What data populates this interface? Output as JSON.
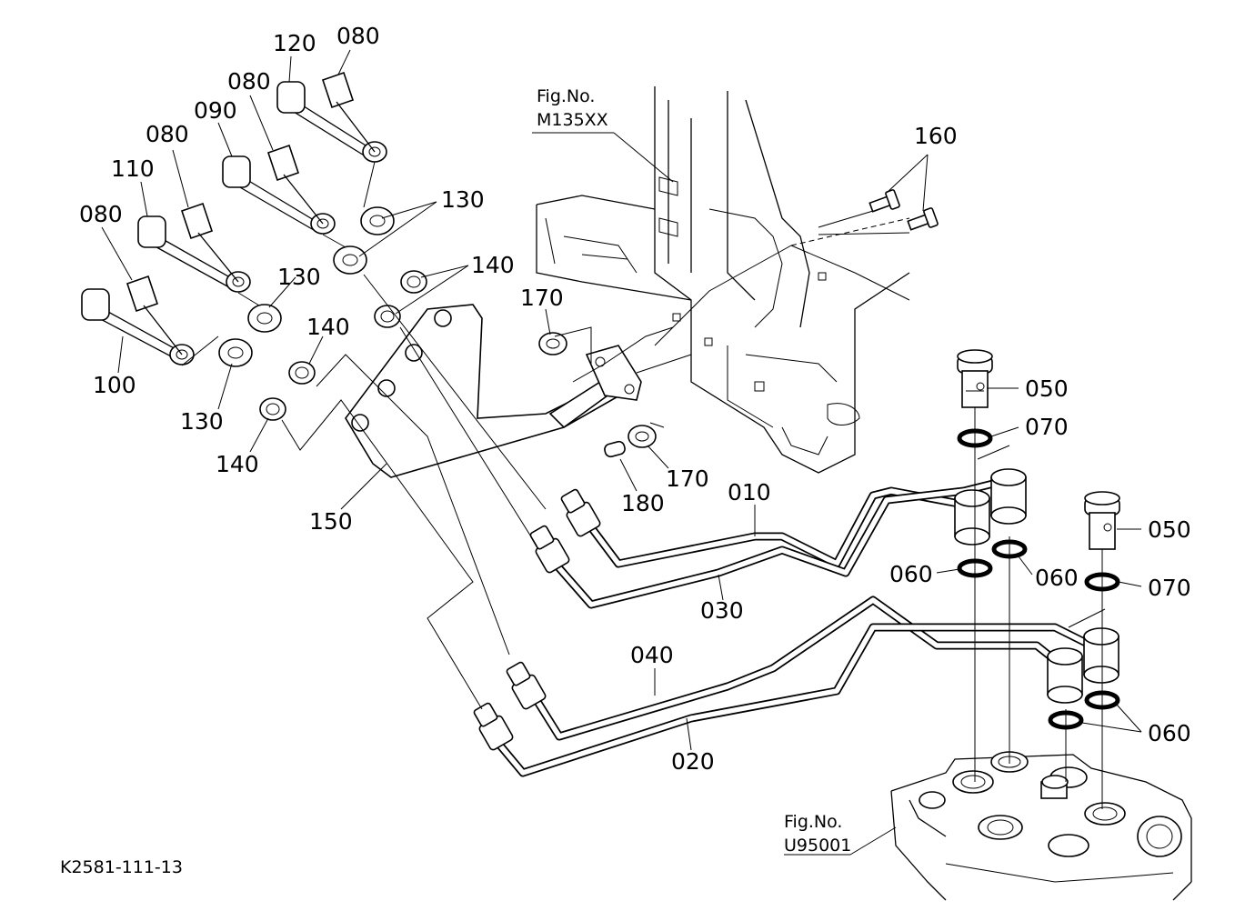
{
  "diagram_id": "K2581-111-13",
  "fig_refs": {
    "upper": {
      "line1": "Fig.No.",
      "line2": "M135XX"
    },
    "lower": {
      "line1": "Fig.No.",
      "line2": "U95001"
    }
  },
  "part_labels": {
    "p010": "010",
    "p020": "020",
    "p030": "030",
    "p040": "040",
    "p050a": "050",
    "p050b": "050",
    "p060a": "060",
    "p060b": "060",
    "p060c": "060",
    "p070a": "070",
    "p070b": "070",
    "p080a": "080",
    "p080b": "080",
    "p080c": "080",
    "p080d": "080",
    "p090": "090",
    "p100": "100",
    "p110": "110",
    "p120": "120",
    "p130a": "130",
    "p130b": "130",
    "p130c": "130",
    "p140a": "140",
    "p140b": "140",
    "p140c": "140",
    "p150": "150",
    "p160": "160",
    "p170a": "170",
    "p170b": "170",
    "p180": "180"
  }
}
